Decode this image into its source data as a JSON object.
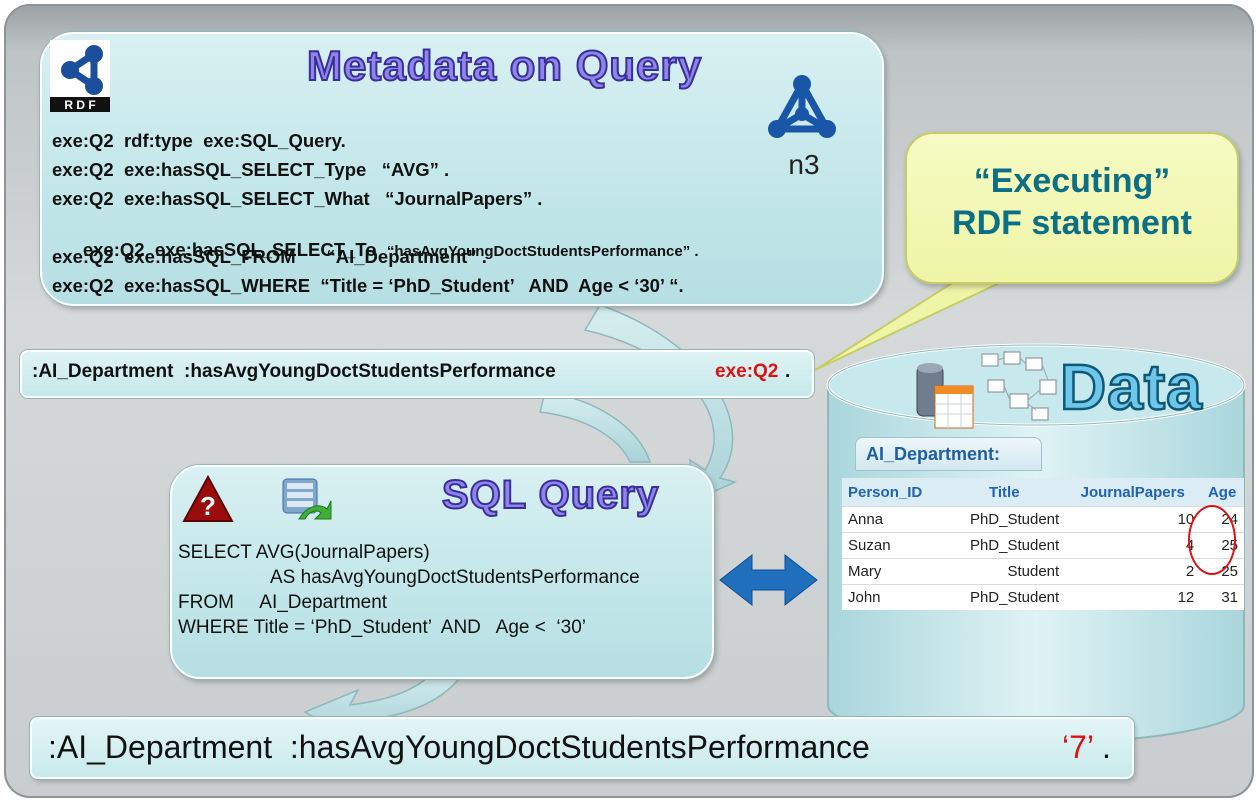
{
  "metadata": {
    "title": "Metadata on Query",
    "rdf_logo_text": "R D F",
    "n3_logo_text": "n3",
    "lines": [
      "exe:Q2  rdf:type  exe:SQL_Query.",
      "exe:Q2  exe:hasSQL_SELECT_Type   “AVG” .",
      "exe:Q2  exe:hasSQL_SELECT_What   “JournalPapers” .",
      "exe:Q2  exe:hasSQL_SELECT_To",
      "exe:Q2  exe:hasSQL_FROM      “AI_Department” .",
      "exe:Q2  exe:hasSQL_WHERE  “Title = ‘PhD_Student’   AND  Age < ‘30’ “."
    ],
    "select_to_value": "“hasAvgYoungDoctStudentsPerformance” ."
  },
  "callout": {
    "line1": "“Executing”",
    "line2": "RDF statement"
  },
  "statement_query": {
    "subject": ":AI_Department  :hasAvgYoungDoctStudentsPerformance  ",
    "object": "exe:Q2",
    "end": "."
  },
  "sql_query": {
    "title": "SQL Query",
    "lines": [
      "SELECT AVG(JournalPapers)",
      "AS hasAvgYoungDoctStudentsPerformance",
      "FROM     AI_Department",
      "WHERE Title = ‘PhD_Student’  AND   Age <  ‘30’"
    ]
  },
  "data": {
    "title": "Data",
    "tab_label": "AI_Department:",
    "columns": [
      "Person_ID",
      "Title",
      "JournalPapers",
      "Age"
    ],
    "rows": [
      [
        "Anna",
        "PhD_Student",
        "10",
        "24"
      ],
      [
        "Suzan",
        "PhD_Student",
        "4",
        "25"
      ],
      [
        "Mary",
        "Student",
        "2",
        "25"
      ],
      [
        "John",
        "PhD_Student",
        "12",
        "31"
      ]
    ]
  },
  "statement_result": {
    "subject": ":AI_Department  :hasAvgYoungDoctStudentsPerformance  ",
    "object": "‘7’",
    "end": "."
  },
  "colors": {
    "title_fill": "#8f85e9",
    "accent_red": "#e01010",
    "arrow_blue": "#1f6fbd",
    "callout_text": "#0c6f86"
  }
}
